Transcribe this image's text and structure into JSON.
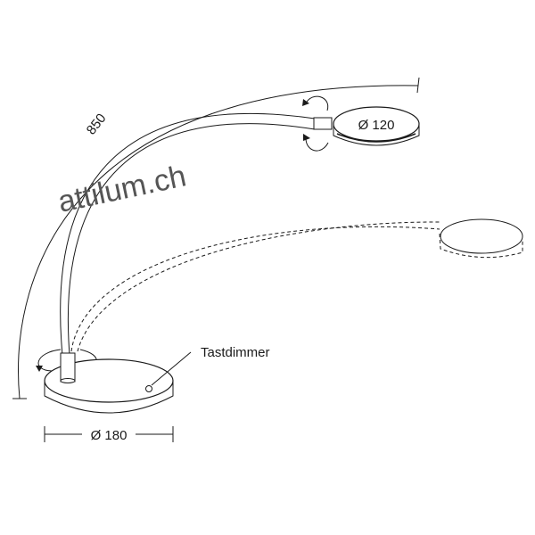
{
  "labels": {
    "height": "850",
    "head_diameter": "Ø 120",
    "base_diameter": "Ø 180",
    "dimmer": "Tastdimmer"
  },
  "watermark": "attilum.ch",
  "colors": {
    "line": "#1a1a1a",
    "watermark": "#555555",
    "background": "#ffffff"
  }
}
